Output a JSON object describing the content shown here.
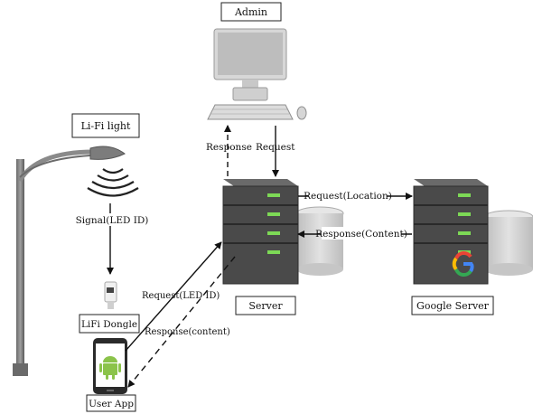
{
  "nodes": {
    "admin": "Admin",
    "lifi_light": "Li-Fi light",
    "lifi_dongle": "LiFi Dongle",
    "user_app": "User App",
    "server": "Server",
    "google_server": "Google Server"
  },
  "edges": {
    "admin_response": "Response",
    "admin_request": "Request",
    "signal": "Signal(LED ID)",
    "request_location": "Request(Location)",
    "response_content_google": "Response(Content)",
    "request_led": "Request(LED ID)",
    "response_content_app": "Response(content)"
  },
  "colors": {
    "server_body": "#4a4a4a",
    "server_dark": "#2e2e2e",
    "led_green": "#7dd956",
    "db_gray": "#d0d0d0",
    "android_green": "#8bc34a"
  }
}
